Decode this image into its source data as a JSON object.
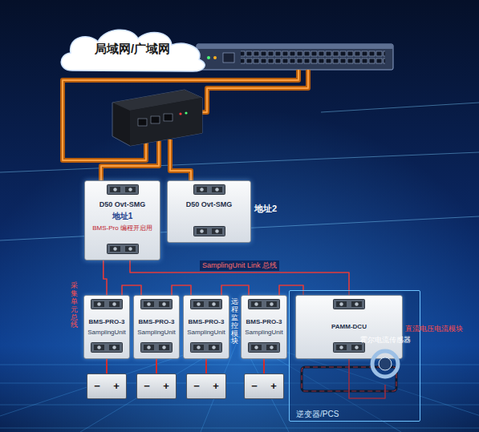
{
  "diagram": {
    "nodes": [
      {
        "text": [
          "局域网/广域网"
        ]
      },
      {
        "text": [
          "D50 Ovt-SMG",
          "地址1",
          "BMS-Pro 编程开启用"
        ]
      },
      {
        "text": [
          "D50 Ovt-SMG",
          "地址2"
        ]
      },
      {
        "text": [
          "BMS-PRO-3",
          "SamplingUnit"
        ]
      },
      {
        "text": [
          "BMS-PRO-3",
          "SamplingUnit"
        ]
      },
      {
        "text": [
          "BMS-PRO-3",
          "SamplingUnit"
        ]
      },
      {
        "text": [
          "BMS-PRO-3",
          "SamplingUnit"
        ]
      },
      {
        "text": [
          "逆变器/PCS"
        ]
      },
      {
        "text": [
          "PAMM-DCU",
          "直流电压电流模块"
        ],
        "in": 7
      },
      {
        "text": [
          "霍尔电流传感器"
        ],
        "in": 7
      },
      {
        "text": [
          "−",
          "+"
        ]
      },
      {
        "text": [
          "−",
          "+"
        ]
      },
      {
        "text": [
          "−",
          "+"
        ]
      },
      {
        "text": [
          "−",
          "+"
        ]
      }
    ],
    "edges": [
      {
        "from": 1,
        "to": 3,
        "arrow": "none"
      },
      {
        "from": 1,
        "to": 8,
        "arrow": "none",
        "label": "SamplingUnit Link 总线"
      },
      {
        "from": 3,
        "to": 4,
        "arrow": "none"
      },
      {
        "from": 4,
        "to": 5,
        "arrow": "none"
      },
      {
        "from": 5,
        "to": 6,
        "arrow": "none"
      },
      {
        "from": 6,
        "to": 8,
        "arrow": "none"
      },
      {
        "from": 3,
        "to": 10,
        "arrow": "none"
      },
      {
        "from": 4,
        "to": 11,
        "arrow": "none"
      },
      {
        "from": 5,
        "to": 12,
        "arrow": "none"
      },
      {
        "from": 6,
        "to": 13,
        "arrow": "none"
      },
      {
        "from": 8,
        "to": 9,
        "arrow": "none"
      }
    ],
    "labels": [
      "采集单元总线",
      "远程监控模块"
    ]
  }
}
